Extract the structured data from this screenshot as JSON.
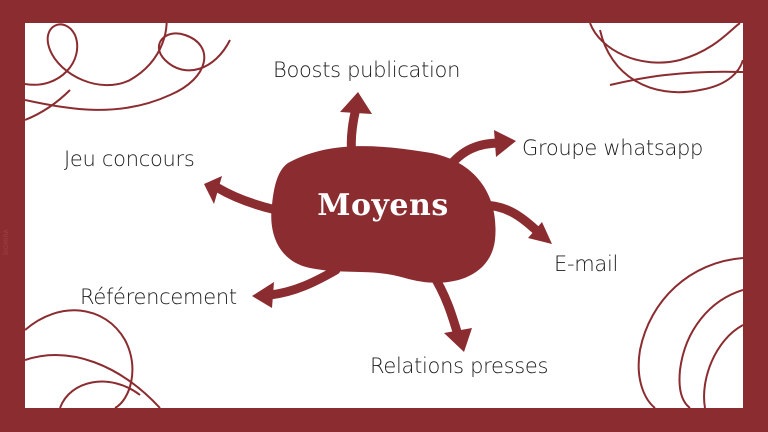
{
  "diagram": {
    "center": "Moyens",
    "branches": [
      {
        "id": "boosts",
        "label": "Boosts publication"
      },
      {
        "id": "whatsapp",
        "label": "Groupe whatsapp"
      },
      {
        "id": "email",
        "label": "E-mail"
      },
      {
        "id": "relations",
        "label": "Relations presses"
      },
      {
        "id": "referencement",
        "label": "Référencement"
      },
      {
        "id": "jeu",
        "label": "Jeu concours"
      }
    ]
  },
  "colors": {
    "frame": "#8b2c30",
    "accent": "#8b2c30",
    "panel": "#ffffff",
    "text": "#1c1c1c"
  },
  "watermark": "BIOMIRA"
}
